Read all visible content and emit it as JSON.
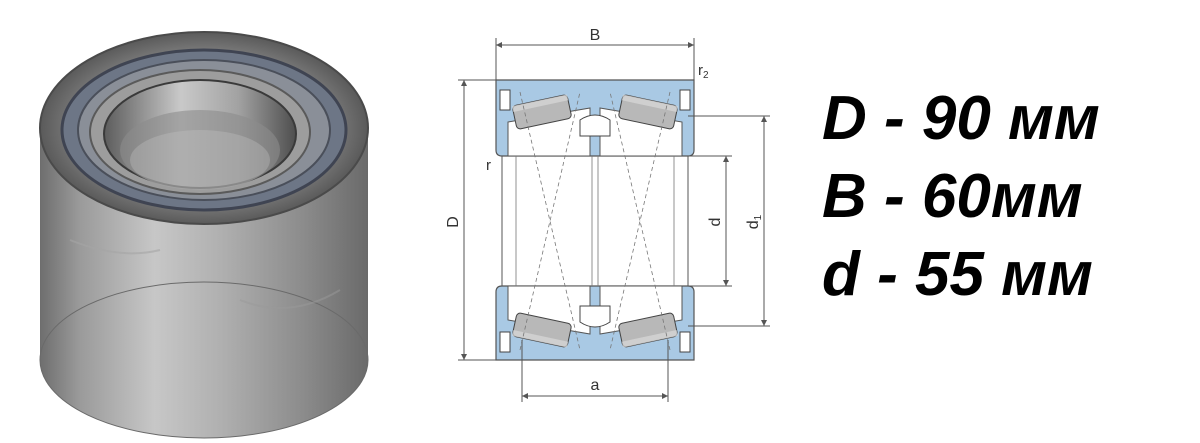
{
  "diagram": {
    "dimension_labels": {
      "B": "B",
      "r2": "r",
      "r2_sub": "2",
      "r": "r",
      "D": "D",
      "d": "d",
      "d1": "d",
      "d1_sub": "1",
      "a": "a"
    },
    "colors": {
      "ring_fill": "#a9c9e4",
      "line": "#555555",
      "roller": "#b8b8b8"
    }
  },
  "specs": {
    "D": "D - 90 мм",
    "B": "B - 60мм",
    "d": "d - 55 мм"
  }
}
